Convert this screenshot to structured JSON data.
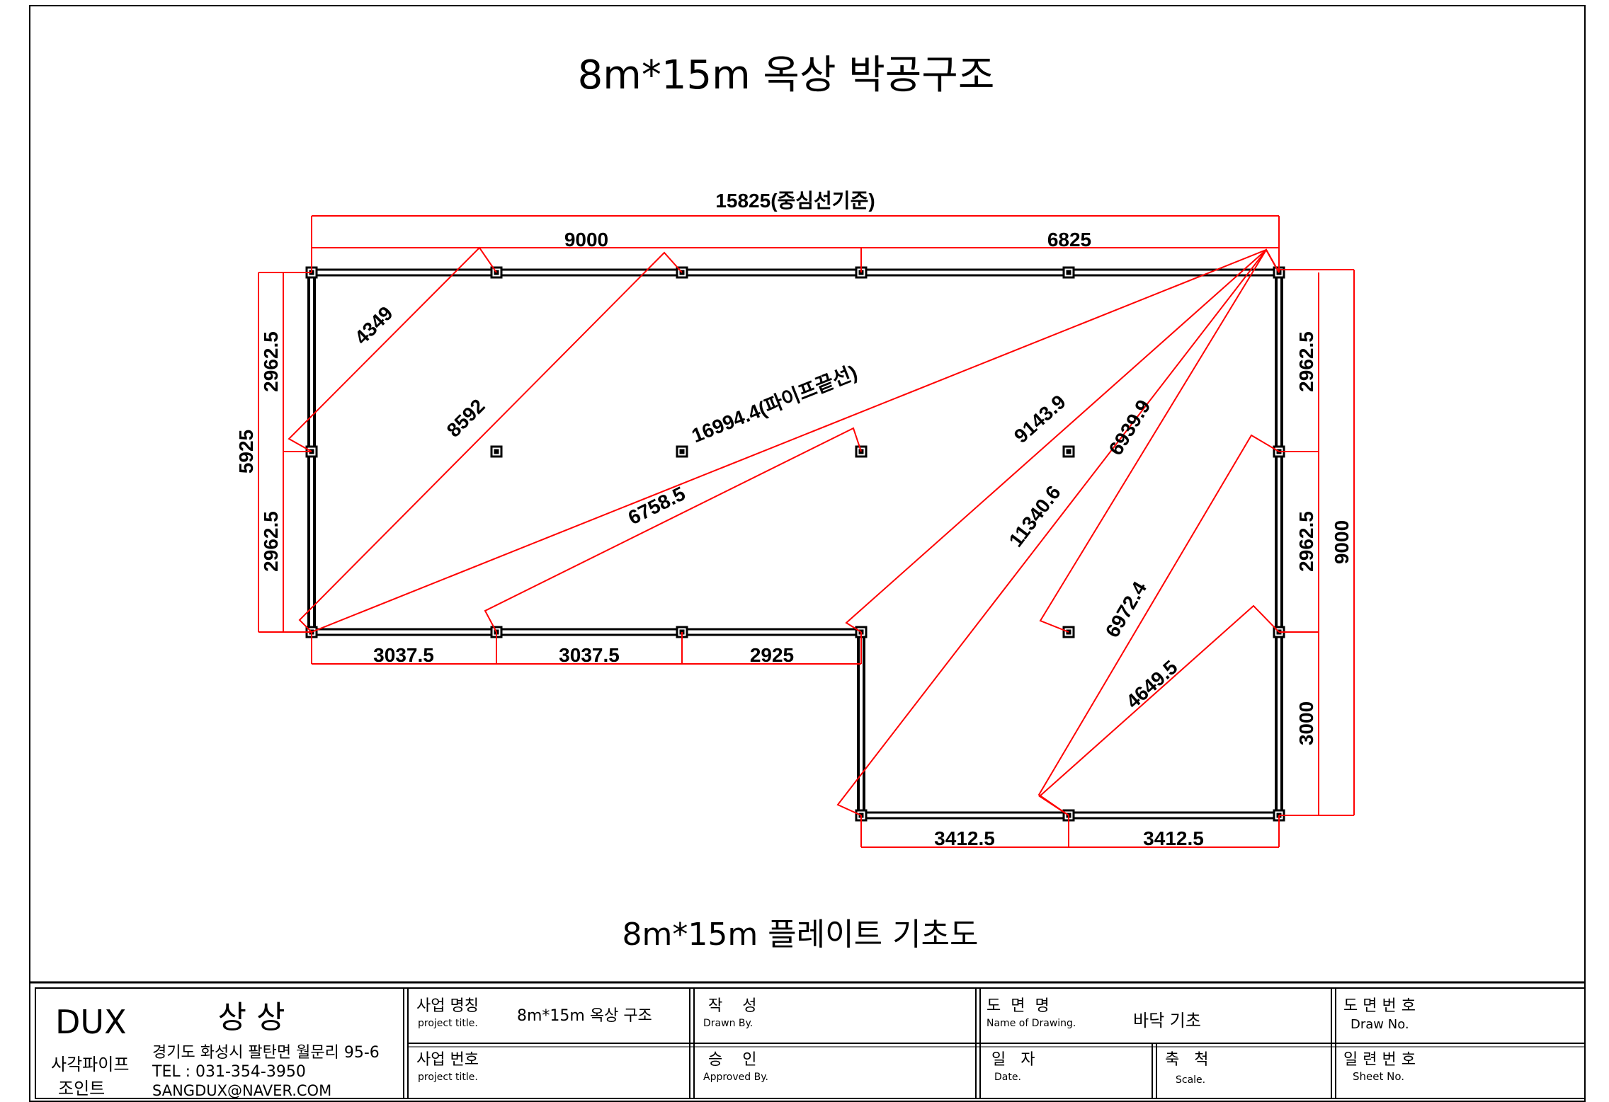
{
  "title": "8m*15m 옥상 박공구조",
  "subtitle": "8m*15m  플레이트 기초도",
  "colors": {
    "dimension": "#ff0000",
    "structure": "#000000",
    "background": "#ffffff"
  },
  "dimensions": {
    "overall_length": "15825(중심선기준)",
    "top_left": "9000",
    "top_right": "6825",
    "left_total": "5925",
    "left_upper": "2962.5",
    "left_lower": "2962.5",
    "right_upper": "2962.5",
    "right_mid": "2962.5",
    "right_lower": "3000",
    "right_total": "9000",
    "bottom_1": "3037.5",
    "bottom_2": "3037.5",
    "bottom_3": "2925",
    "bottom_4": "3412.5",
    "bottom_5": "3412.5",
    "diag_4349": "4349",
    "diag_8592": "8592",
    "diag_main": "16994.4(파이프끝선)",
    "diag_6758": "6758.5",
    "diag_9143": "9143.9",
    "diag_6939": "6939.9",
    "diag_11340": "11340.6",
    "diag_6972": "6972.4",
    "diag_4649": "4649.5"
  },
  "title_block": {
    "company": "DUX",
    "company_kr": "상 상",
    "product_line1": "사각파이프",
    "product_line2": "조인트",
    "address": "경기도 화성시 팔탄면 월문리 95-6",
    "tel": "TEL : 031-354-3950",
    "email": "SANGDUX@NAVER.COM",
    "project_name_label": "사업 명칭",
    "project_name_sub": "project title.",
    "project_name_value": "8m*15m 옥상 구조",
    "project_no_label": "사업 번호",
    "project_no_sub": "project title.",
    "drawn_label": "작    성",
    "drawn_sub": "Drawn By.",
    "approved_label": "승    인",
    "approved_sub": "Approved By.",
    "drawing_name_label": "도  면  명",
    "drawing_name_sub": "Name of Drawing.",
    "drawing_name_value": "바닥 기초",
    "date_label": "일   자",
    "date_sub": "Date.",
    "scale_label": "축   척",
    "scale_sub": "Scale.",
    "draw_no_label": "도 면 번 호",
    "draw_no_sub": "Draw No.",
    "sheet_no_label": "일 련 번 호",
    "sheet_no_sub": "Sheet No."
  }
}
